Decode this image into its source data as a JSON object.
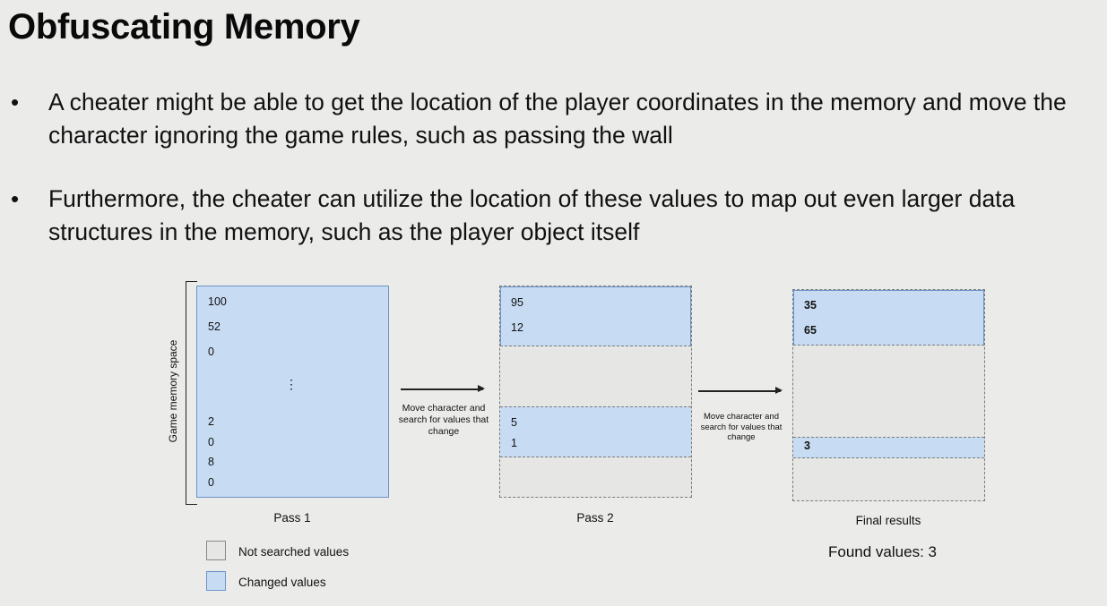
{
  "title": "Obfuscating Memory",
  "bullets": [
    "A cheater might be able to get the location of the player coordinates in the memory and move the character ignoring the game rules, such as passing the wall",
    "Furthermore, the cheater can utilize the location of these values to map out even larger data structures in the memory, such as the player object itself"
  ],
  "diagram": {
    "y_label": "Game memory space",
    "pass1": {
      "values_top": [
        "100",
        "52",
        "0"
      ],
      "ellipsis": "⋮",
      "values_bottom": [
        "2",
        "0",
        "8",
        "0"
      ],
      "caption": "Pass 1"
    },
    "arrow1_label": "Move character  and search for values that change",
    "pass2": {
      "values_top": [
        "95",
        "12"
      ],
      "values_mid": [
        "5",
        "1"
      ],
      "caption": "Pass 2"
    },
    "arrow2_label": "Move character  and search for values that change",
    "final": {
      "values_top": [
        "35",
        "65"
      ],
      "values_mid": [
        "3"
      ],
      "caption": "Final results",
      "found": "Found values: 3"
    },
    "legend": [
      {
        "label": "Not searched values",
        "color": "#e6e6e4"
      },
      {
        "label": "Changed values",
        "color": "#c7dbf3"
      }
    ]
  },
  "colors": {
    "changed": "#c7dbf3",
    "not_searched": "#e6e6e4",
    "border_blue": "#6d93c6"
  }
}
